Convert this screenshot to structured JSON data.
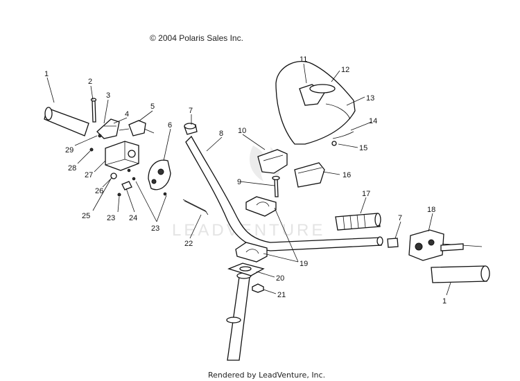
{
  "copyright": "© 2004 Polaris Sales Inc.",
  "watermark": "LEADVENTURE",
  "footer": "Rendered by LeadVenture, Inc.",
  "callouts": [
    "1",
    "2",
    "3",
    "4",
    "5",
    "6",
    "7",
    "8",
    "9",
    "10",
    "11",
    "12",
    "13",
    "14",
    "15",
    "16",
    "17",
    "18",
    "19",
    "20",
    "21",
    "22",
    "23",
    "24",
    "25",
    "26",
    "27",
    "28",
    "29"
  ]
}
